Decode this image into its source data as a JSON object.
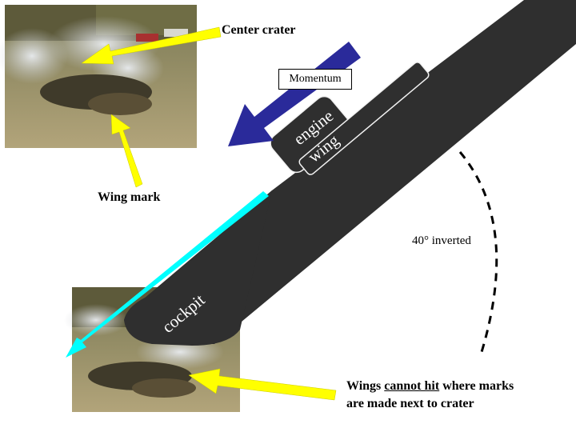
{
  "labels": {
    "center_crater": "Center crater",
    "wing_mark": "Wing mark",
    "momentum": "Momentum",
    "engine": "engine",
    "wing": "wing",
    "cockpit": "cockpit",
    "angle": "40° inverted",
    "note_line1_pre": "Wings ",
    "note_line1_underlined": "cannot hit",
    "note_line1_post": " where marks",
    "note_line2": "are made next to crater"
  },
  "colors": {
    "aircraft": "#2f2f2f",
    "arrow_yellow": "#ffff00",
    "arrow_blue": "#2a2a9a",
    "arrow_cyan": "#00ffff",
    "grass": "#9d8f6a",
    "smoke": "#cfd3d8"
  }
}
